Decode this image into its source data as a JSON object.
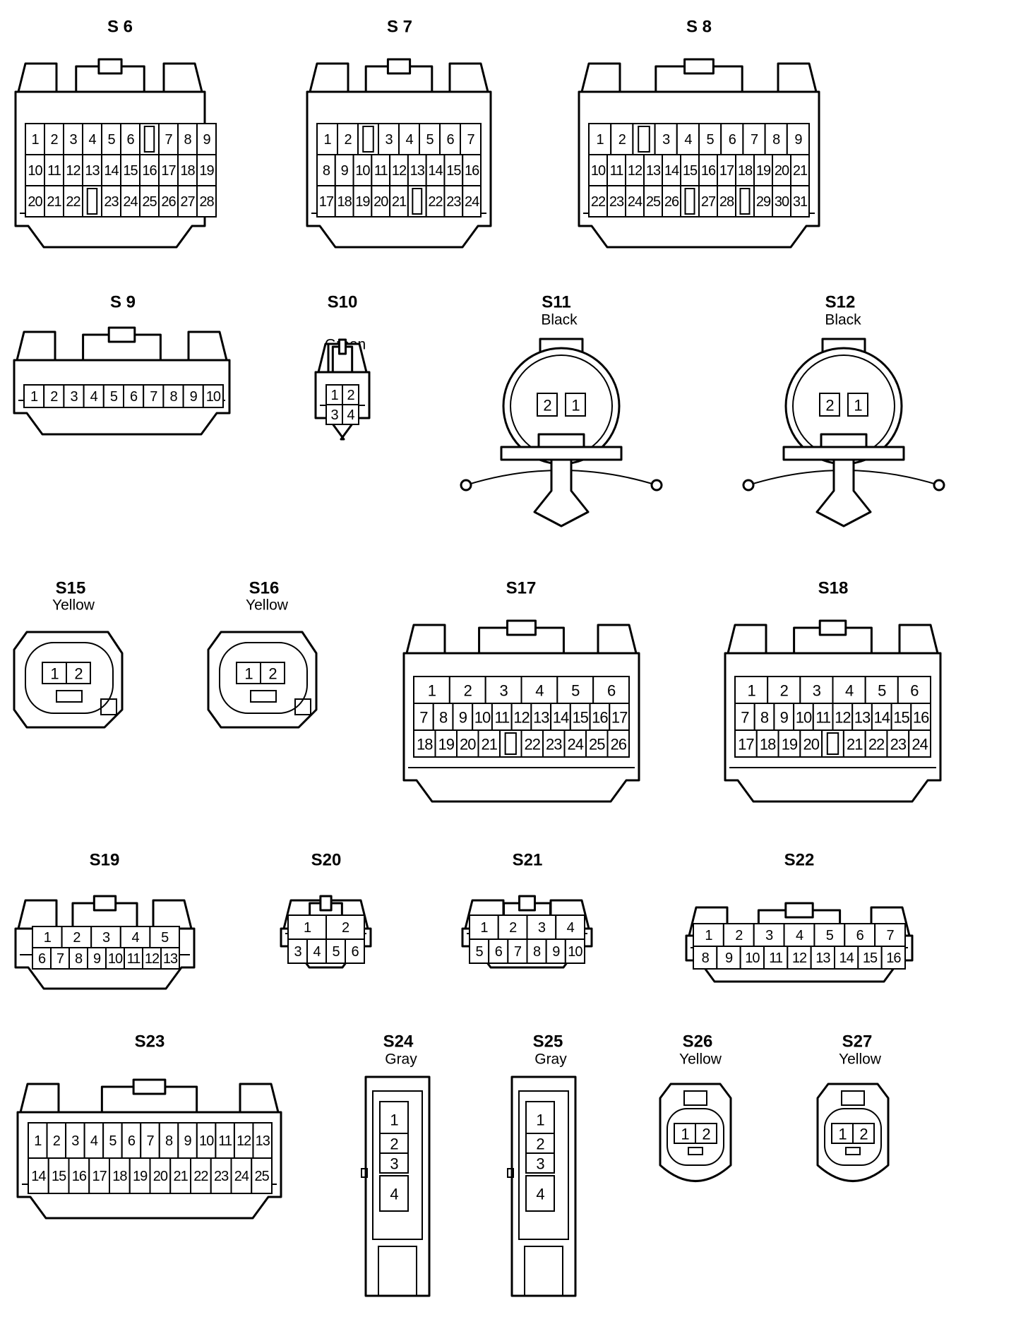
{
  "connectors": [
    {
      "id": "s6",
      "label": "S 6",
      "color": "",
      "rows": [
        [
          "1",
          "2",
          "3",
          "4",
          "5",
          "6",
          "",
          "7",
          "8",
          "9"
        ],
        [
          "10",
          "11",
          "12",
          "13",
          "14",
          "15",
          "16",
          "17",
          "18",
          "19"
        ],
        [
          "20",
          "21",
          "22",
          "",
          "23",
          "24",
          "25",
          "26",
          "27",
          "28"
        ]
      ]
    },
    {
      "id": "s7",
      "label": "S 7",
      "color": "",
      "rows": [
        [
          "1",
          "2",
          "",
          "3",
          "4",
          "5",
          "6",
          "7"
        ],
        [
          "8",
          "9",
          "10",
          "11",
          "12",
          "13",
          "14",
          "15",
          "16"
        ],
        [
          "17",
          "18",
          "19",
          "20",
          "21",
          "",
          "22",
          "23",
          "24"
        ]
      ]
    },
    {
      "id": "s8",
      "label": "S 8",
      "color": "",
      "rows": [
        [
          "1",
          "2",
          "",
          "3",
          "4",
          "5",
          "6",
          "7",
          "8",
          "9"
        ],
        [
          "10",
          "11",
          "12",
          "13",
          "14",
          "15",
          "16",
          "17",
          "18",
          "19",
          "20",
          "21"
        ],
        [
          "22",
          "23",
          "24",
          "25",
          "26",
          "",
          "27",
          "28",
          "",
          "29",
          "30",
          "31"
        ]
      ]
    },
    {
      "id": "s9",
      "label": "S 9",
      "color": "",
      "rows": [
        [
          "1",
          "2",
          "3",
          "4",
          "5",
          "6",
          "7",
          "8",
          "9",
          "10"
        ]
      ]
    },
    {
      "id": "s10",
      "label": "S10",
      "color": "Green",
      "rows": [
        [
          "1",
          "2"
        ],
        [
          "3",
          "4"
        ]
      ]
    },
    {
      "id": "s11",
      "label": "S11",
      "color": "Black",
      "rows": [
        [
          "2",
          "1"
        ]
      ]
    },
    {
      "id": "s12",
      "label": "S12",
      "color": "Black",
      "rows": [
        [
          "2",
          "1"
        ]
      ]
    },
    {
      "id": "s15",
      "label": "S15",
      "color": "Yellow",
      "rows": [
        [
          "1",
          "2"
        ]
      ]
    },
    {
      "id": "s16",
      "label": "S16",
      "color": "Yellow",
      "rows": [
        [
          "1",
          "2"
        ]
      ]
    },
    {
      "id": "s17",
      "label": "S17",
      "color": "",
      "rows": [
        [
          "1",
          "2",
          "3",
          "4",
          "5",
          "6"
        ],
        [
          "7",
          "8",
          "9",
          "10",
          "11",
          "12",
          "13",
          "14",
          "15",
          "16",
          "17"
        ],
        [
          "18",
          "19",
          "20",
          "21",
          "",
          "22",
          "23",
          "24",
          "25",
          "26"
        ]
      ]
    },
    {
      "id": "s18",
      "label": "S18",
      "color": "",
      "rows": [
        [
          "1",
          "2",
          "3",
          "4",
          "5",
          "6"
        ],
        [
          "7",
          "8",
          "9",
          "10",
          "11",
          "12",
          "13",
          "14",
          "15",
          "16"
        ],
        [
          "17",
          "18",
          "19",
          "20",
          "",
          "21",
          "22",
          "23",
          "24"
        ]
      ]
    },
    {
      "id": "s19",
      "label": "S19",
      "color": "",
      "rows": [
        [
          "1",
          "2",
          "3",
          "4",
          "5"
        ],
        [
          "6",
          "7",
          "8",
          "9",
          "10",
          "11",
          "12",
          "13"
        ]
      ]
    },
    {
      "id": "s20",
      "label": "S20",
      "color": "",
      "rows": [
        [
          "1",
          "2"
        ],
        [
          "3",
          "4",
          "5",
          "6"
        ]
      ]
    },
    {
      "id": "s21",
      "label": "S21",
      "color": "",
      "rows": [
        [
          "1",
          "2",
          "3",
          "4"
        ],
        [
          "5",
          "6",
          "7",
          "8",
          "9",
          "10"
        ]
      ]
    },
    {
      "id": "s22",
      "label": "S22",
      "color": "",
      "rows": [
        [
          "1",
          "2",
          "3",
          "4",
          "5",
          "6",
          "7"
        ],
        [
          "8",
          "9",
          "10",
          "11",
          "12",
          "13",
          "14",
          "15",
          "16"
        ]
      ]
    },
    {
      "id": "s23",
      "label": "S23",
      "color": "",
      "rows": [
        [
          "1",
          "2",
          "3",
          "4",
          "5",
          "6",
          "7",
          "8",
          "9",
          "10",
          "11",
          "12",
          "13"
        ],
        [
          "14",
          "15",
          "16",
          "17",
          "18",
          "19",
          "20",
          "21",
          "22",
          "23",
          "24",
          "25"
        ]
      ]
    },
    {
      "id": "s24",
      "label": "S24",
      "color": "Gray",
      "rows": [
        [
          "1"
        ],
        [
          "2"
        ],
        [
          "3"
        ],
        [
          "4"
        ]
      ]
    },
    {
      "id": "s25",
      "label": "S25",
      "color": "Gray",
      "rows": [
        [
          "1"
        ],
        [
          "2"
        ],
        [
          "3"
        ],
        [
          "4"
        ]
      ]
    },
    {
      "id": "s26",
      "label": "S26",
      "color": "Yellow",
      "rows": [
        [
          "1",
          "2"
        ]
      ]
    },
    {
      "id": "s27",
      "label": "S27",
      "color": "Yellow",
      "rows": [
        [
          "1",
          "2"
        ]
      ]
    }
  ]
}
